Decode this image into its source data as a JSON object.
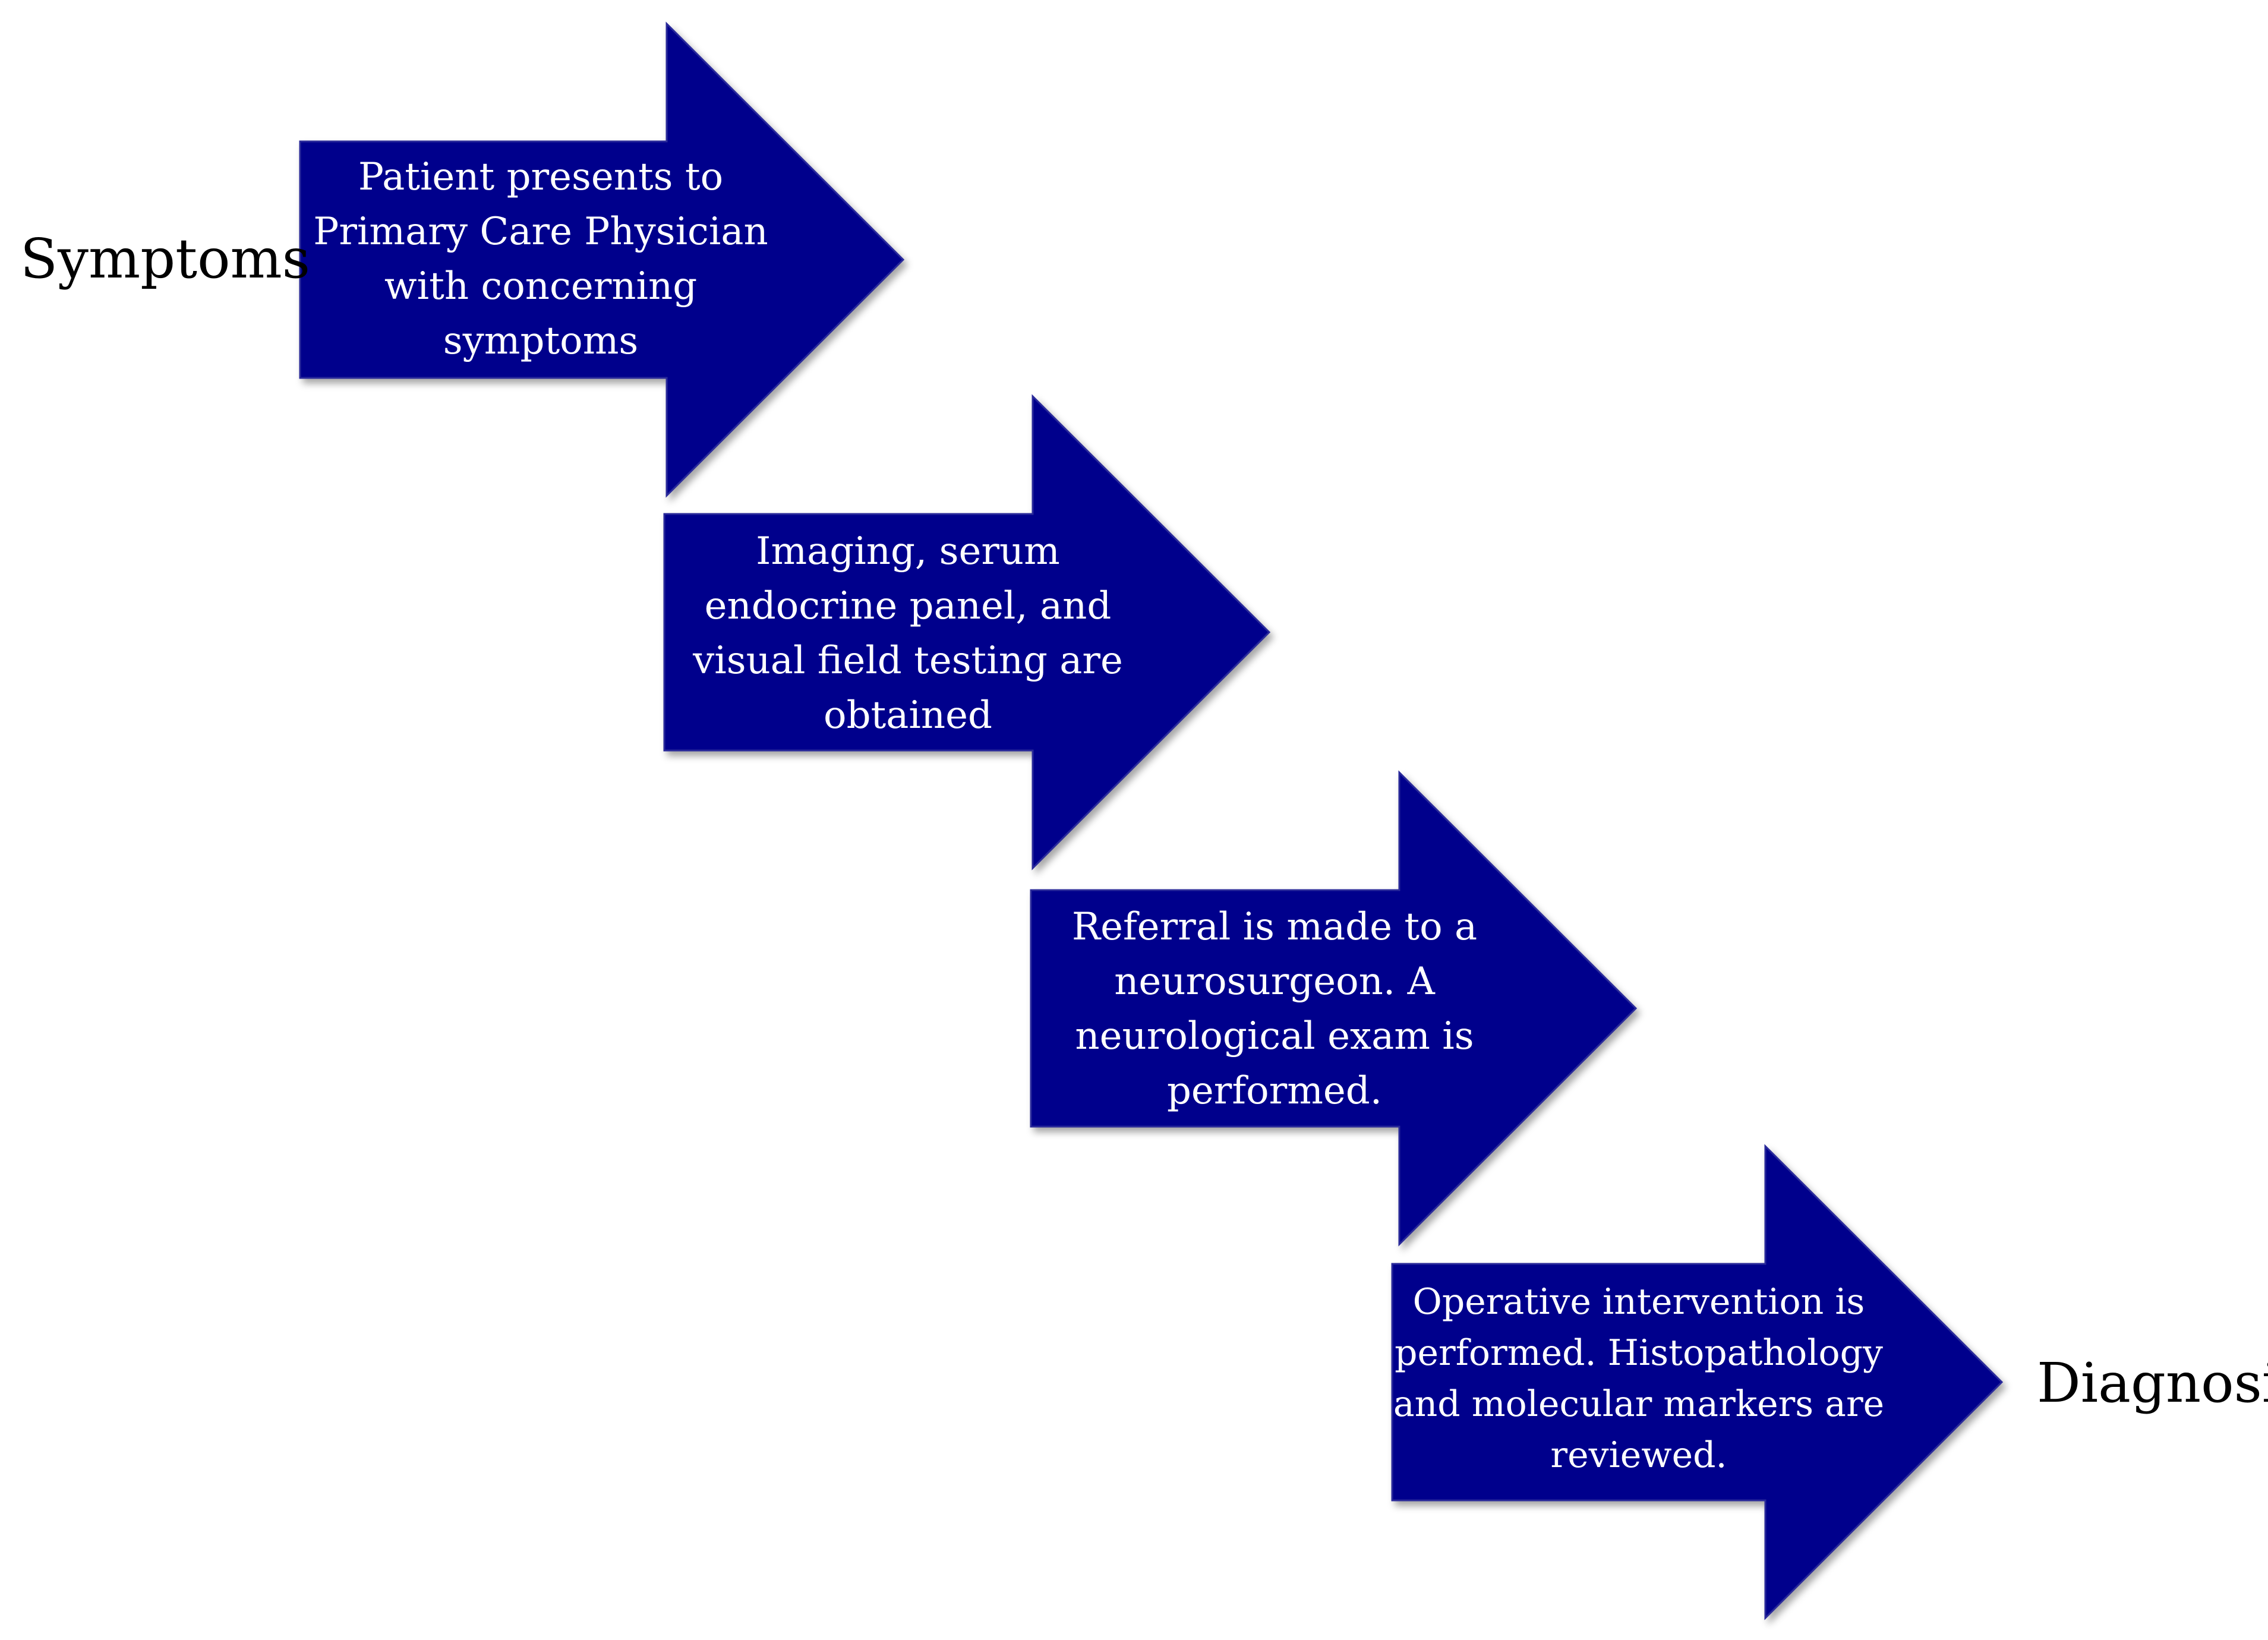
{
  "start_label": "Symptoms",
  "end_label": "Diagnosis",
  "steps": [
    {
      "text": "Patient presents to Primary Care Physician with concerning symptoms"
    },
    {
      "text": "Imaging, serum endocrine panel, and visual field testing are obtained"
    },
    {
      "text": "Referral is made to a neurosurgeon. A neurological exam is performed."
    },
    {
      "text": "Operative intervention is performed. Histopathology and molecular markers are reviewed."
    }
  ],
  "colors": {
    "arrow_fill": "#02028c",
    "text_on_arrow": "#ffffff",
    "label_text": "#000000"
  },
  "icons": [
    "block-arrow-right"
  ]
}
